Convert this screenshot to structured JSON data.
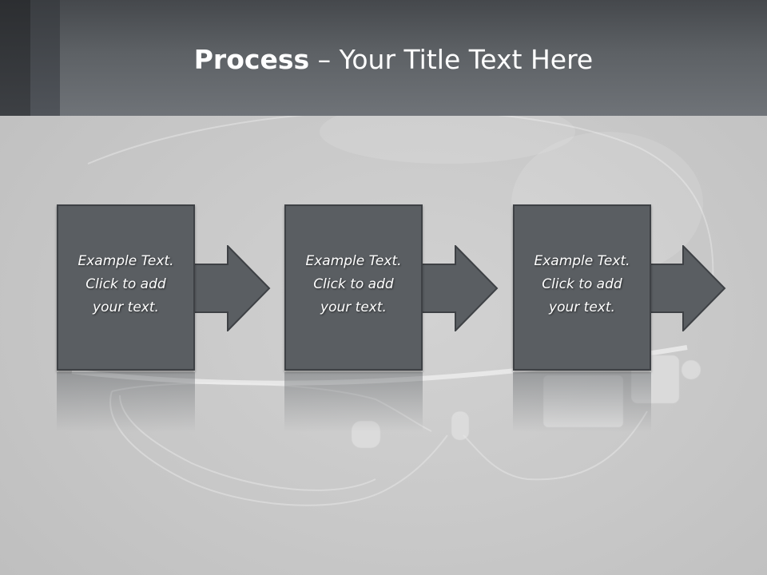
{
  "title": {
    "bold": "Process",
    "rest": " – Your Title Text Here"
  },
  "steps": [
    {
      "line1": "Example Text.",
      "line2": "Click  to add",
      "line3": "your text."
    },
    {
      "line1": "Example Text.",
      "line2": "Click  to add",
      "line3": "your text."
    },
    {
      "line1": "Example Text.",
      "line2": "Click  to add",
      "line3": "your text."
    }
  ],
  "colors": {
    "header": "#5d6165",
    "box": "#5a5e62",
    "background": "#c9c9c9"
  }
}
